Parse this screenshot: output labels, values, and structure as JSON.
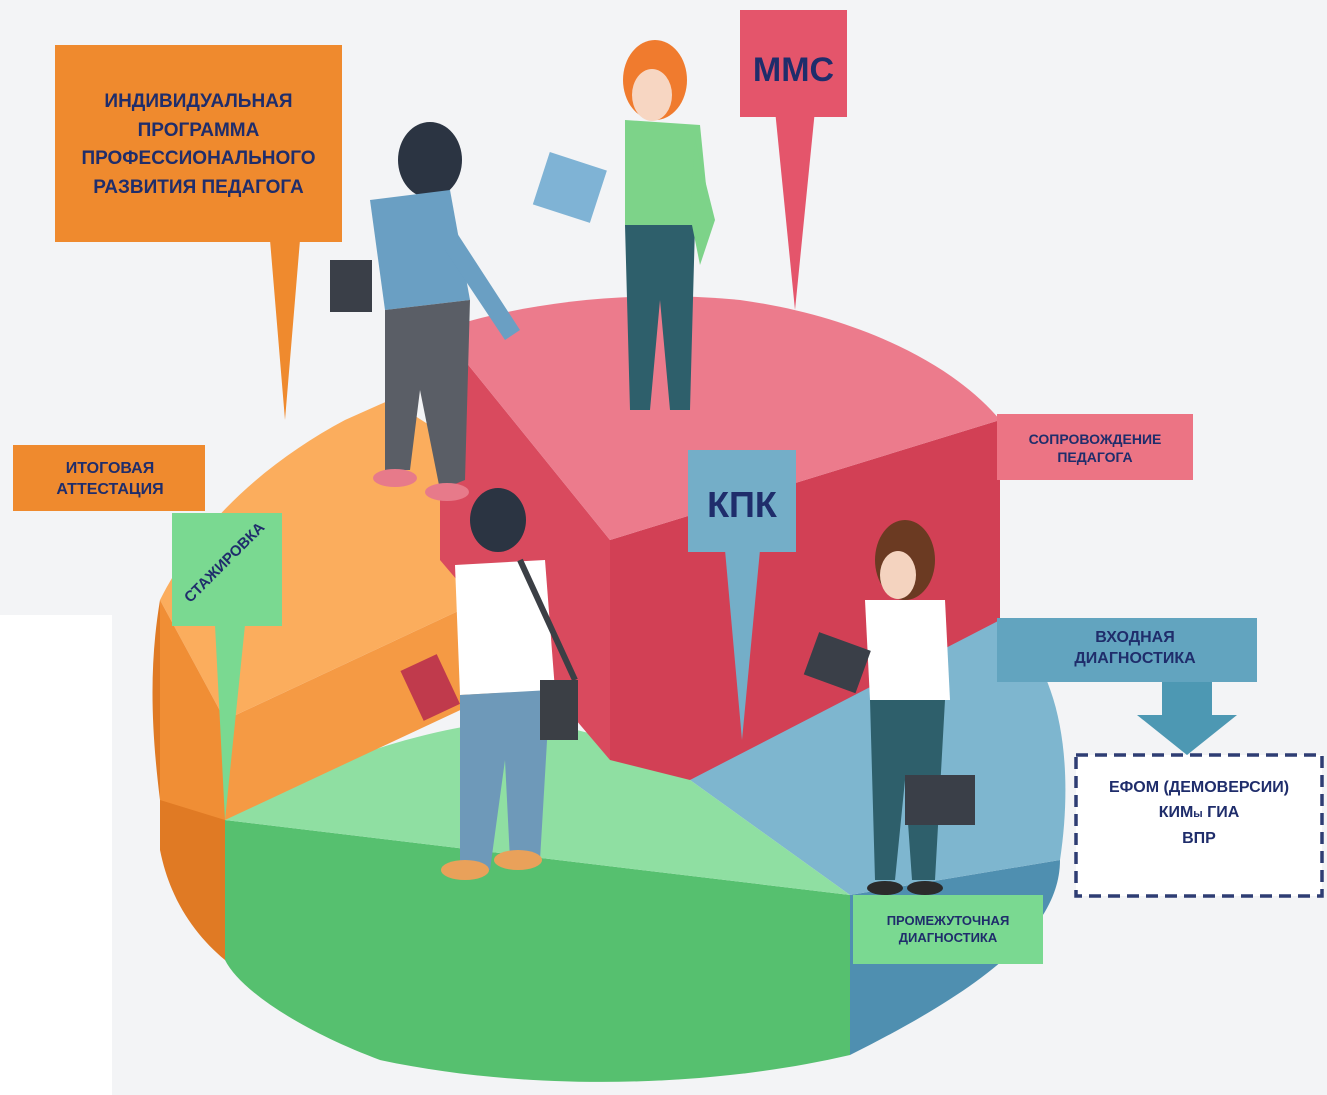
{
  "colors": {
    "orange": "#ef8a2e",
    "red": "#e4556b",
    "green": "#7ad991",
    "blue": "#74aec8",
    "navy": "#1f2d6b",
    "background": "#f3f4f6"
  },
  "labels": {
    "individual_program": {
      "line1": "ИНДИВИДУАЛЬНАЯ",
      "line2": "ПРОГРАММА",
      "line3": "ПРОФЕССИОНАЛЬНОГО",
      "line4": "РАЗВИТИЯ ПЕДАГОГА"
    },
    "mms": "ММС",
    "final_attestation": {
      "line1": "ИТОГОВАЯ",
      "line2": "АТТЕСТАЦИЯ"
    },
    "internship": "СТАЖИРОВКА",
    "kpk": "КПК",
    "teacher_support": {
      "line1": "СОПРОВОЖДЕНИЕ",
      "line2": "ПЕДАГОГА"
    },
    "entry_diagnostics": {
      "line1": "ВХОДНАЯ",
      "line2": "ДИАГНОСТИКА"
    },
    "materials": {
      "line1": "ЕФОМ (ДЕМОВЕРСИИ)",
      "line2a": "КИМ",
      "line2b": "ы",
      "line2c": " ГИА",
      "line3": "ВПР"
    },
    "intermediate_diagnostics": {
      "line1": "ПРОМЕЖУТОЧНАЯ",
      "line2": "ДИАГНОСТИКА"
    }
  }
}
